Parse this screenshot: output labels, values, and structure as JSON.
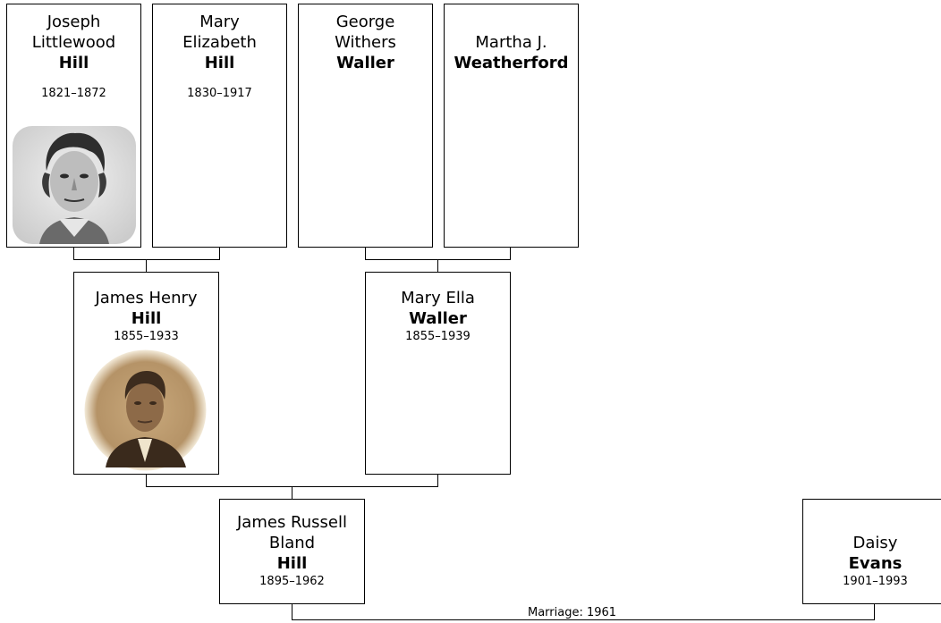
{
  "people": {
    "joseph": {
      "given": "Joseph Littlewood",
      "surname": "Hill",
      "dates": "1821–1872",
      "has_photo": true
    },
    "mary_elizabeth": {
      "given": "Mary Elizabeth",
      "surname": "Hill",
      "dates": "1830–1917"
    },
    "george": {
      "given": "George Withers",
      "surname": "Waller"
    },
    "martha": {
      "given": "Martha J.",
      "surname": "Weatherford"
    },
    "james_henry": {
      "given": "James Henry",
      "surname": "Hill",
      "dates": "1855–1933",
      "has_photo": true
    },
    "mary_ella": {
      "given": "Mary Ella",
      "surname": "Waller",
      "dates": "1855–1939"
    },
    "james_russell": {
      "given": "James Russell Bland",
      "surname": "Hill",
      "dates": "1895–1962"
    },
    "daisy": {
      "given": "Daisy",
      "surname": "Evans",
      "dates": "1901–1993"
    }
  },
  "marriage_label": "Marriage: 1961"
}
